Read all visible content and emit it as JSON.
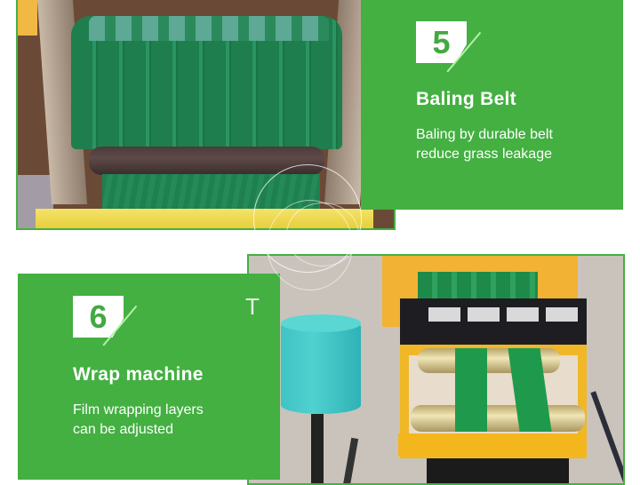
{
  "colors": {
    "panel_green": "#43b041",
    "border_green": "#45b044",
    "badge_text_green": "#43a941",
    "background": "#ffffff"
  },
  "features": [
    {
      "number": "5",
      "title": "Baling Belt",
      "description_line1": "Baling by durable belt",
      "description_line2": "reduce grass leakage",
      "photo_subject": "green chevron baling belt over dark roller in yellow frame"
    },
    {
      "number": "6",
      "title": "Wrap machine",
      "description_line1": "Film wrapping layers",
      "description_line2": "can be adjusted",
      "photo_subject": "cyan film roll beside yellow wrapping table with green straps"
    }
  ],
  "decorations": {
    "panel_glyph": "T"
  }
}
